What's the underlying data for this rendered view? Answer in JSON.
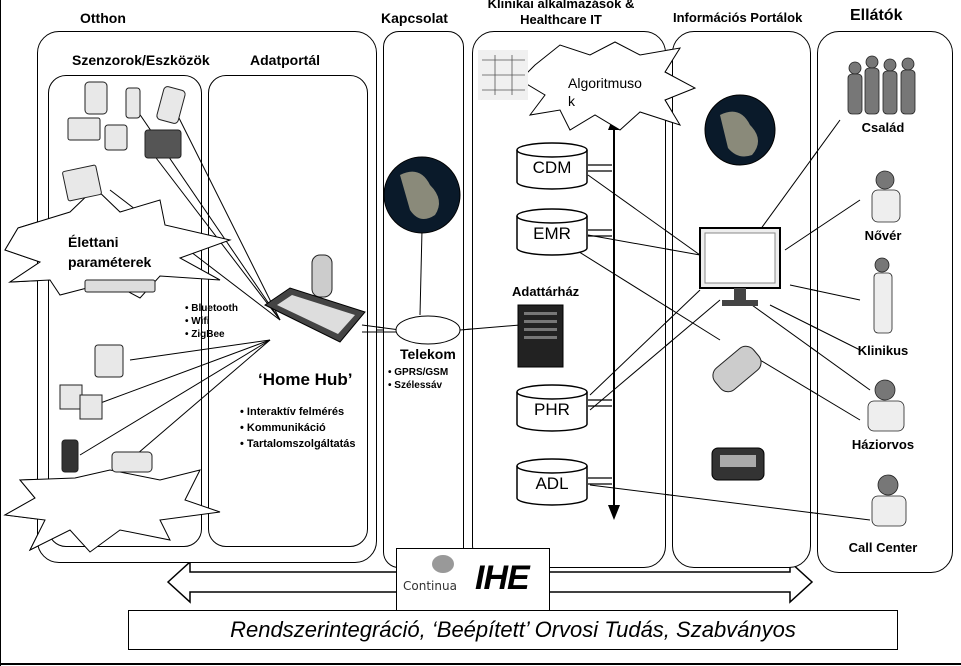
{
  "columns": {
    "otthon": "Otthon",
    "szenzorok": "Szenzorok/Eszközök",
    "adatportal": "Adatportál",
    "kapcsolat": "Kapcsolat",
    "klinikai": "Klinikai alkalmazások & Healthcare IT",
    "portalok": "Információs Portálok",
    "ellatok": "Ellátók"
  },
  "sensors": {
    "burst_line1": "Élettani",
    "burst_line2": "paraméterek"
  },
  "hub": {
    "title": "‘Home Hub’",
    "wireless": [
      "Bluetooth",
      "Wifi",
      "ZigBee"
    ],
    "services": [
      "Interaktív felmérés",
      "Kommunikáció",
      "Tartalomszolgáltatás"
    ]
  },
  "telekom": {
    "title": "Telekom",
    "items": [
      "GPRS/GSM",
      "Szélessáv"
    ]
  },
  "clinical": {
    "algo_line1": "Algoritmuso",
    "algo_line2": "k",
    "databases": [
      "CDM",
      "EMR",
      "PHR",
      "ADL"
    ],
    "warehouse": "Adattárház"
  },
  "providers": [
    "Család",
    "Nővér",
    "Klinikus",
    "Háziorvos",
    "Call Center"
  ],
  "logos": {
    "continua": "Continua",
    "ihe": "IHE"
  },
  "footer": "Rendszerintegráció, ‘Beépített’ Orvosi Tudás, Szabványos"
}
